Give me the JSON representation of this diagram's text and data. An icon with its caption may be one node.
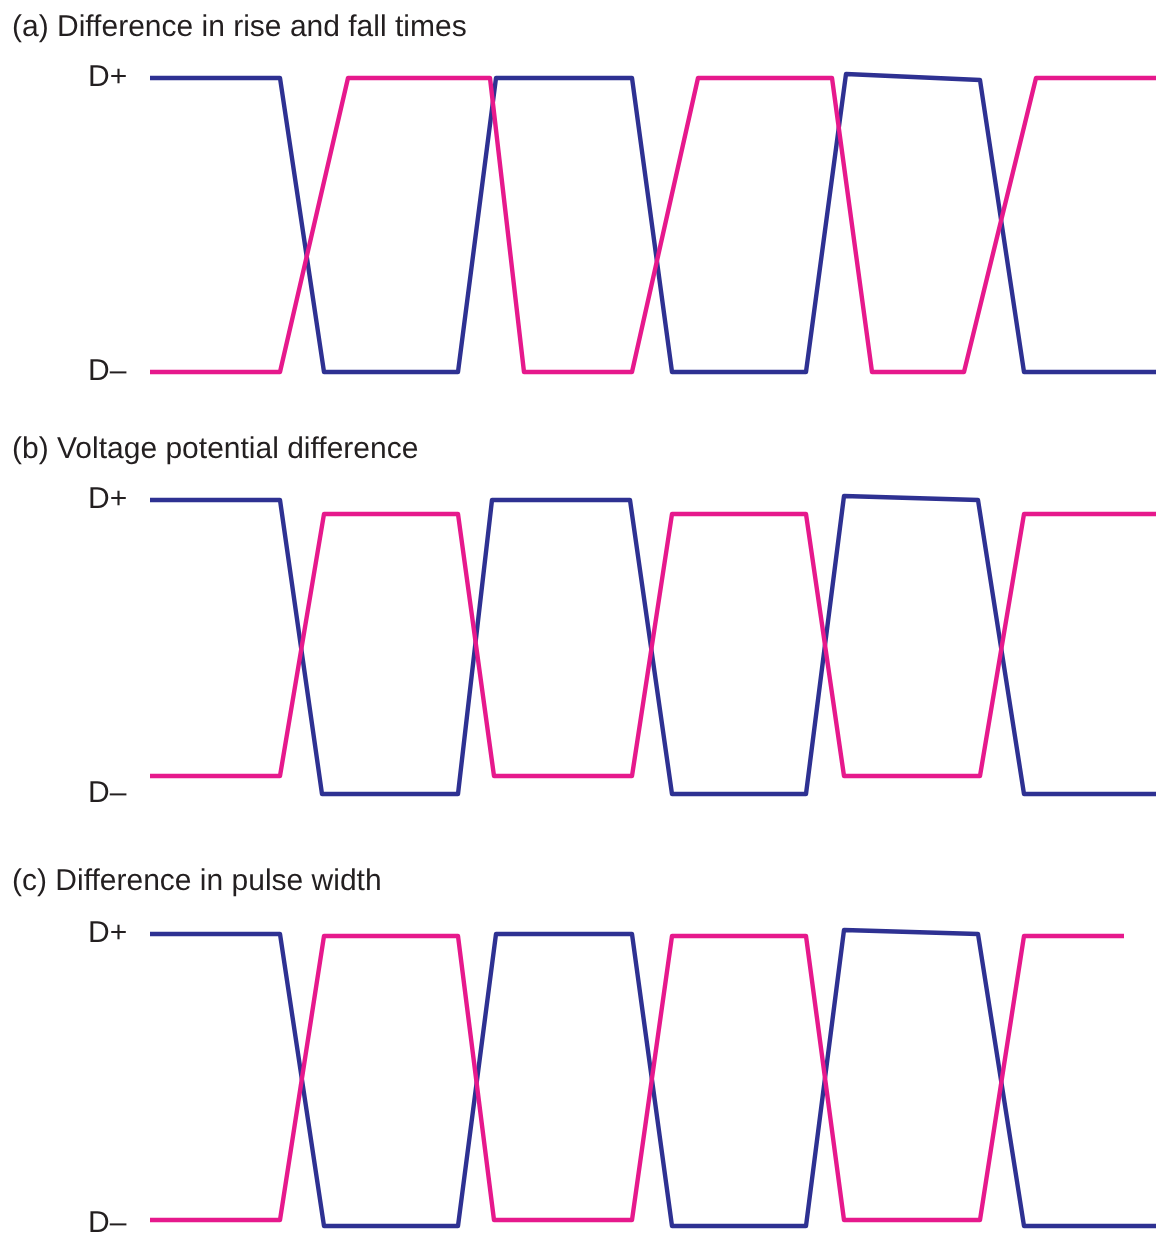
{
  "diagram": {
    "labels": [
      "(a) Difference in rise and fall times",
      "D+",
      "D–",
      "(b) Voltage potential difference",
      "D+",
      "D–",
      "(c) Difference in pulse width",
      "D+",
      "D–"
    ]
  }
}
